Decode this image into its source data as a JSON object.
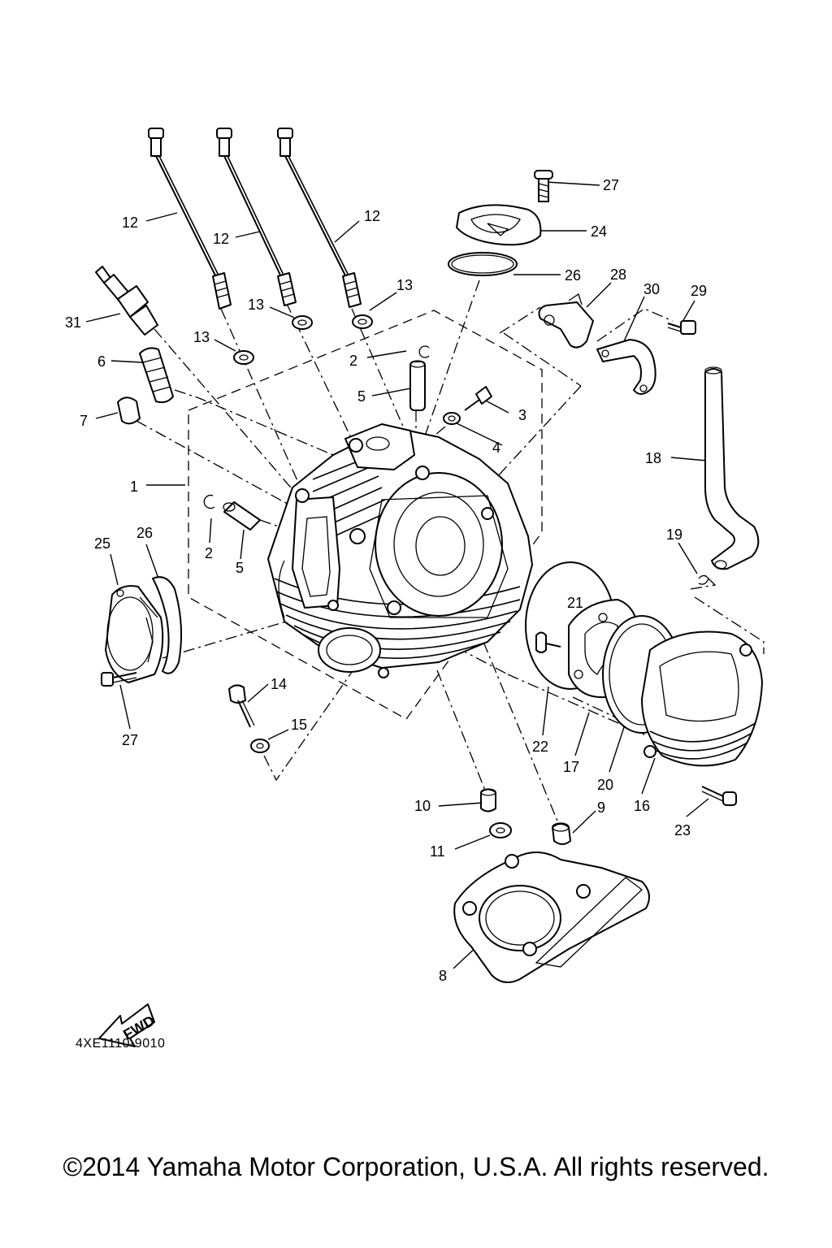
{
  "diagram": {
    "code": "4XE1110-9010",
    "fwd_label": "FWD",
    "copyright": "©2014 Yamaha Motor Corporation, U.S.A. All rights reserved."
  },
  "callouts": [
    {
      "id": "c-12a",
      "text": "12"
    },
    {
      "id": "c-12b",
      "text": "12"
    },
    {
      "id": "c-12c",
      "text": "12"
    },
    {
      "id": "c-27a",
      "text": "27"
    },
    {
      "id": "c-24",
      "text": "24"
    },
    {
      "id": "c-26a",
      "text": "26"
    },
    {
      "id": "c-28",
      "text": "28"
    },
    {
      "id": "c-30",
      "text": "30"
    },
    {
      "id": "c-29",
      "text": "29"
    },
    {
      "id": "c-13a",
      "text": "13"
    },
    {
      "id": "c-13b",
      "text": "13"
    },
    {
      "id": "c-13c",
      "text": "13"
    },
    {
      "id": "c-31",
      "text": "31"
    },
    {
      "id": "c-6",
      "text": "6"
    },
    {
      "id": "c-2a",
      "text": "2"
    },
    {
      "id": "c-5a",
      "text": "5"
    },
    {
      "id": "c-3",
      "text": "3"
    },
    {
      "id": "c-7",
      "text": "7"
    },
    {
      "id": "c-4",
      "text": "4"
    },
    {
      "id": "c-18",
      "text": "18"
    },
    {
      "id": "c-1",
      "text": "1"
    },
    {
      "id": "c-25",
      "text": "25"
    },
    {
      "id": "c-26b",
      "text": "26"
    },
    {
      "id": "c-2b",
      "text": "2"
    },
    {
      "id": "c-5b",
      "text": "5"
    },
    {
      "id": "c-19",
      "text": "19"
    },
    {
      "id": "c-21",
      "text": "21"
    },
    {
      "id": "c-14",
      "text": "14"
    },
    {
      "id": "c-15",
      "text": "15"
    },
    {
      "id": "c-27b",
      "text": "27"
    },
    {
      "id": "c-22",
      "text": "22"
    },
    {
      "id": "c-17",
      "text": "17"
    },
    {
      "id": "c-20",
      "text": "20"
    },
    {
      "id": "c-16",
      "text": "16"
    },
    {
      "id": "c-23",
      "text": "23"
    },
    {
      "id": "c-10",
      "text": "10"
    },
    {
      "id": "c-9",
      "text": "9"
    },
    {
      "id": "c-11",
      "text": "11"
    },
    {
      "id": "c-8",
      "text": "8"
    }
  ]
}
